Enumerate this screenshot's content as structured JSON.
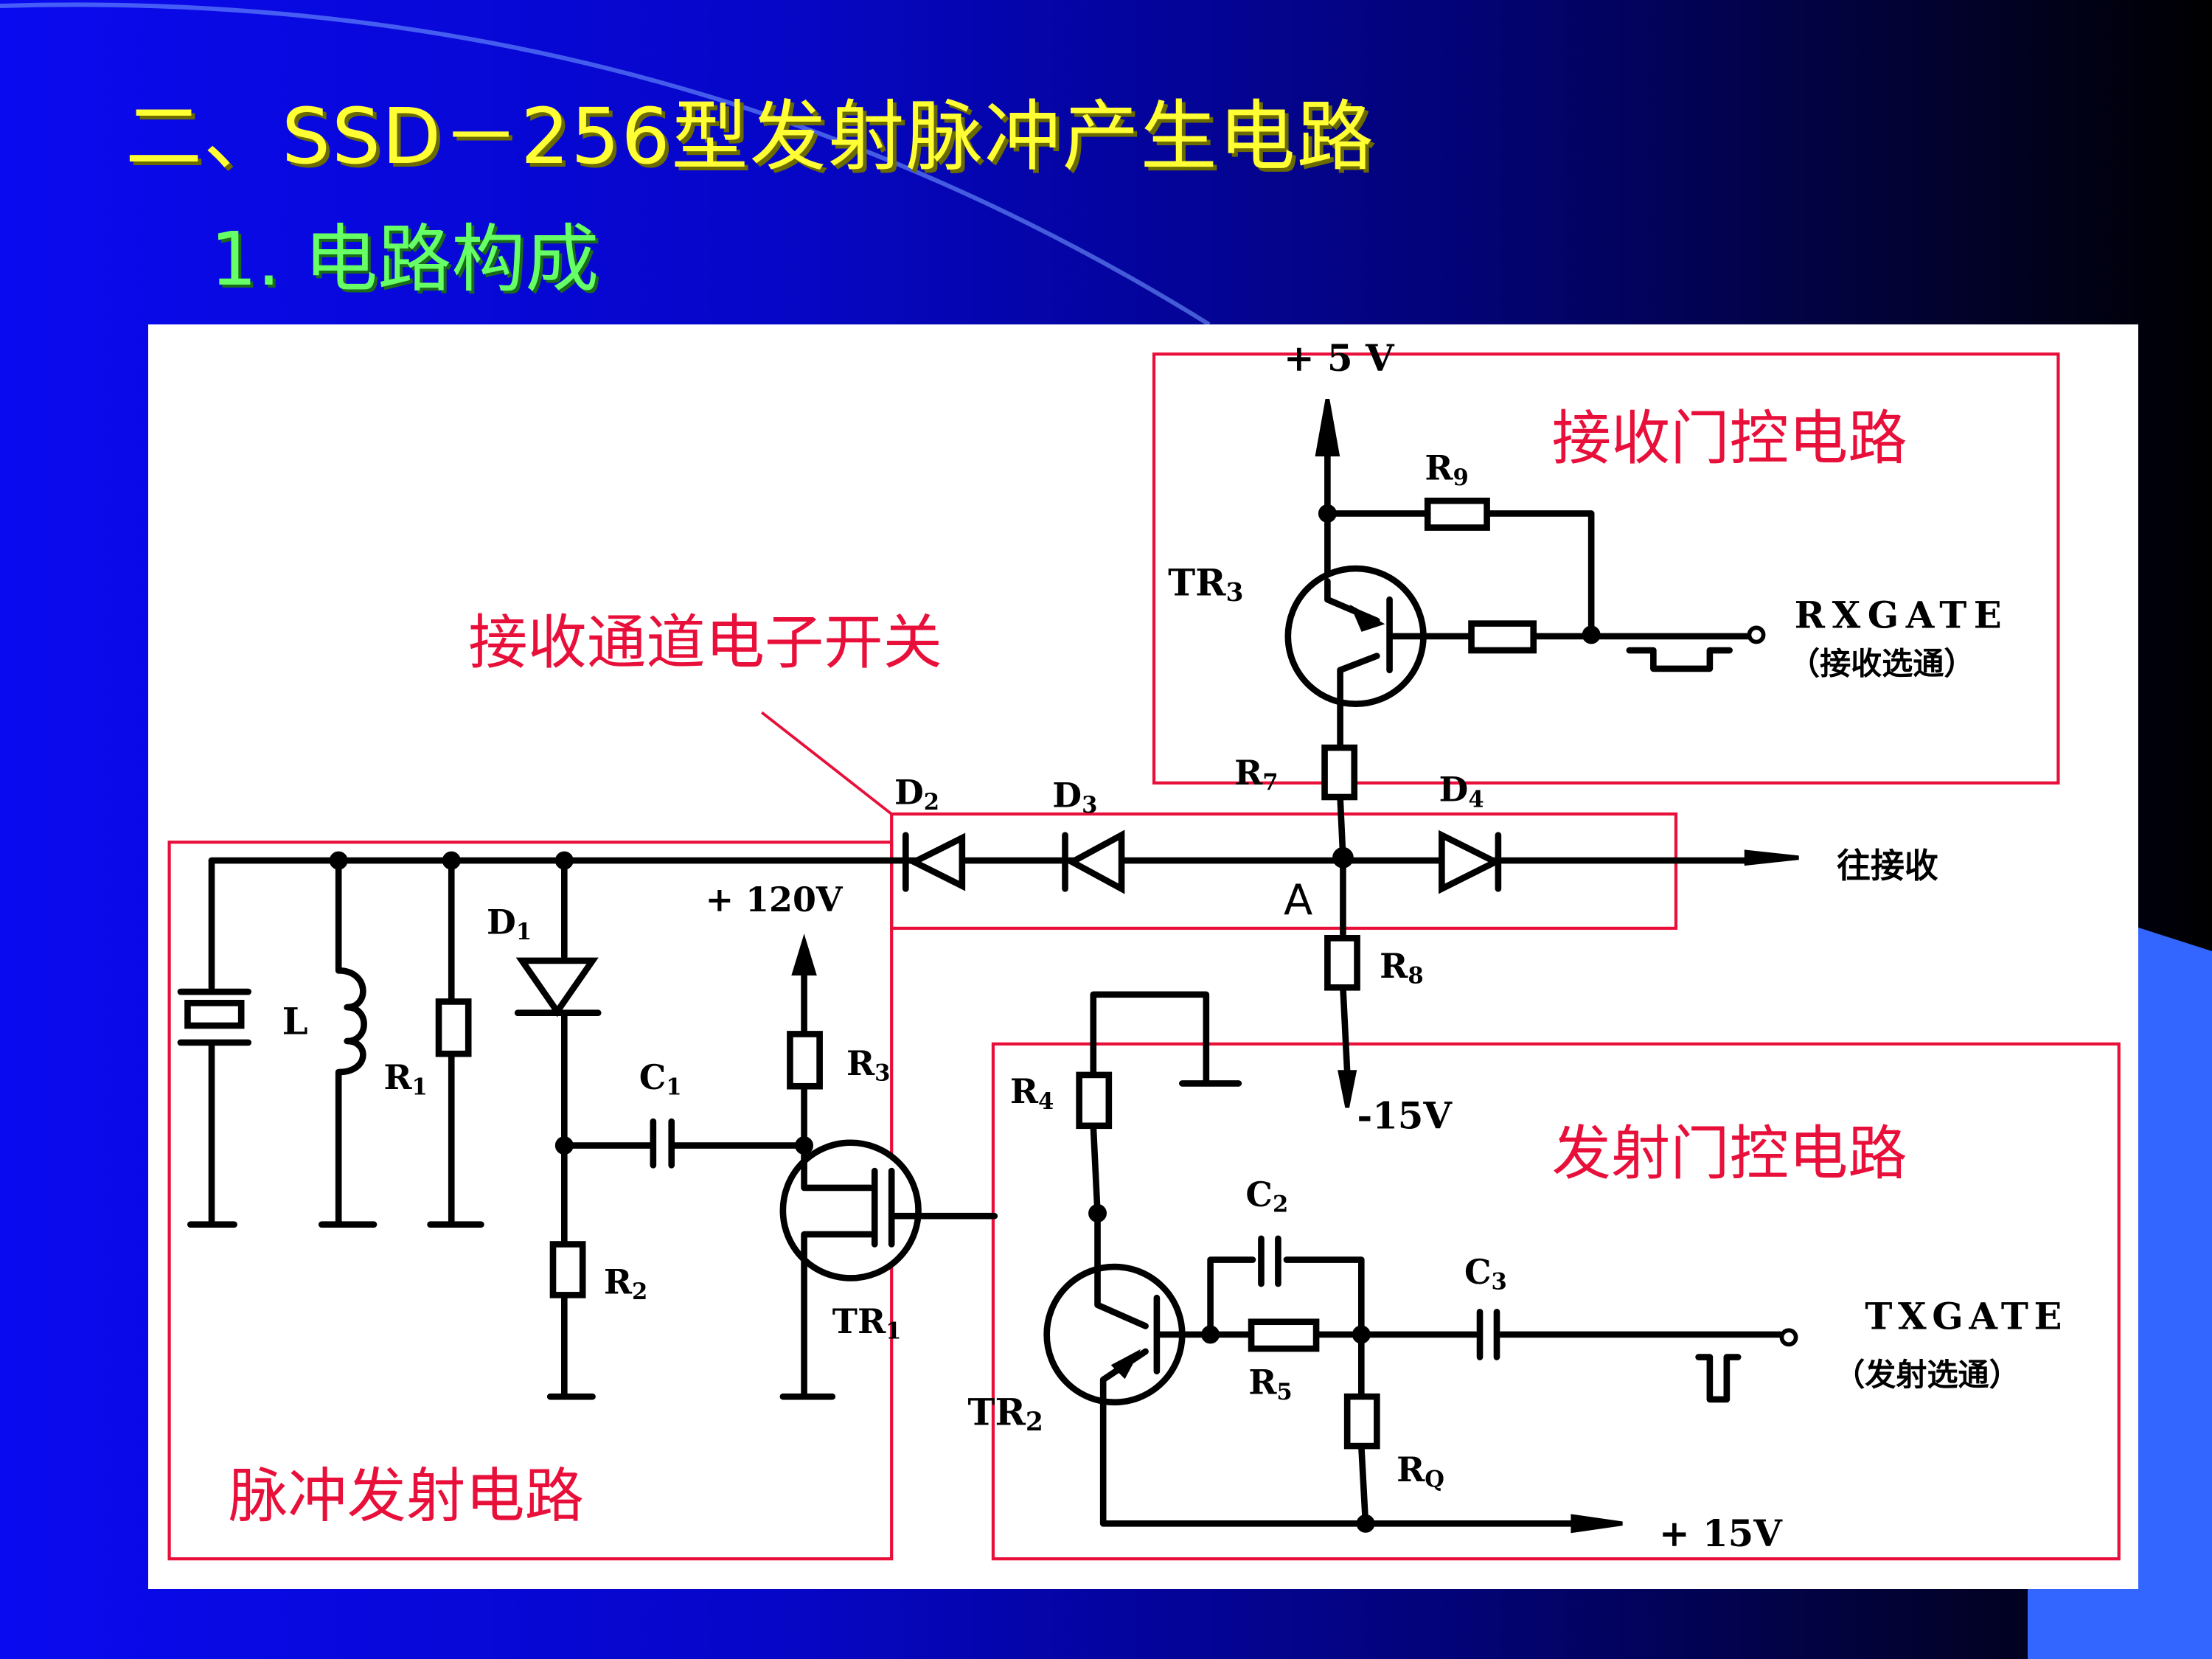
{
  "slide": {
    "title": "二、SSD－256型发射脉冲产生电路",
    "subtitle": "1. 电路构成"
  },
  "annotations": {
    "receive_gate": "接收门控电路",
    "transmit_gate": "发射门控电路",
    "pulse_circuit": "脉冲发射电路",
    "rx_switch": "接收通道电子开关"
  },
  "components": {
    "D1": "D",
    "D1_sub": "1",
    "D2": "D",
    "D2_sub": "2",
    "D3": "D",
    "D3_sub": "3",
    "D4": "D",
    "D4_sub": "4",
    "L": "L",
    "R1": "R",
    "R1_sub": "1",
    "R2": "R",
    "R2_sub": "2",
    "R3": "R",
    "R3_sub": "3",
    "R4": "R",
    "R4_sub": "4",
    "R5": "R",
    "R5_sub": "5",
    "R7": "R",
    "R7_sub": "7",
    "R8": "R",
    "R8_sub": "8",
    "R9": "R",
    "R9_sub": "9",
    "RQ": "R",
    "RQ_sub": "Q",
    "C1": "C",
    "C1_sub": "1",
    "C2": "C",
    "C2_sub": "2",
    "C3": "C",
    "C3_sub": "3",
    "TR1": "TR",
    "TR1_sub": "1",
    "TR2": "TR",
    "TR2_sub": "2",
    "TR3": "TR",
    "TR3_sub": "3",
    "node_A": "A"
  },
  "rails": {
    "plus5": "+ 5 V",
    "plus120": "+ 120V",
    "minus15": "-15V",
    "plus15": "+ 15V"
  },
  "signals": {
    "rxgate": "RXGATE",
    "rxgate_note": "（接收选通）",
    "txgate": "TXGATE",
    "txgate_note": "（发射选通）",
    "to_receiver": "往接收"
  },
  "colors": {
    "title": "#ffff33",
    "subtitle": "#66ff66",
    "annotation": "#e8103a",
    "background_start": "#0a0af0",
    "background_end": "#000000",
    "accent_block": "#3366ff"
  }
}
